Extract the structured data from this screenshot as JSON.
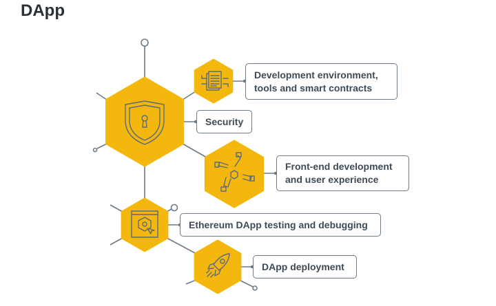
{
  "title": "DApp",
  "colors": {
    "hex_fill": "#f4b70e",
    "line": "#6b7a86",
    "text": "#3d4b57"
  },
  "nodes": [
    {
      "label": "Development environment, tools and smart contracts",
      "icon": "document-circuit-icon"
    },
    {
      "label": "Security",
      "icon": "shield-keyhole-icon"
    },
    {
      "label": "Front-end development and user experience",
      "icon": "hands-cube-icon"
    },
    {
      "label": "Ethereum DApp testing and debugging",
      "icon": "browser-gear-icon"
    },
    {
      "label": "DApp deployment",
      "icon": "rocket-icon"
    }
  ]
}
